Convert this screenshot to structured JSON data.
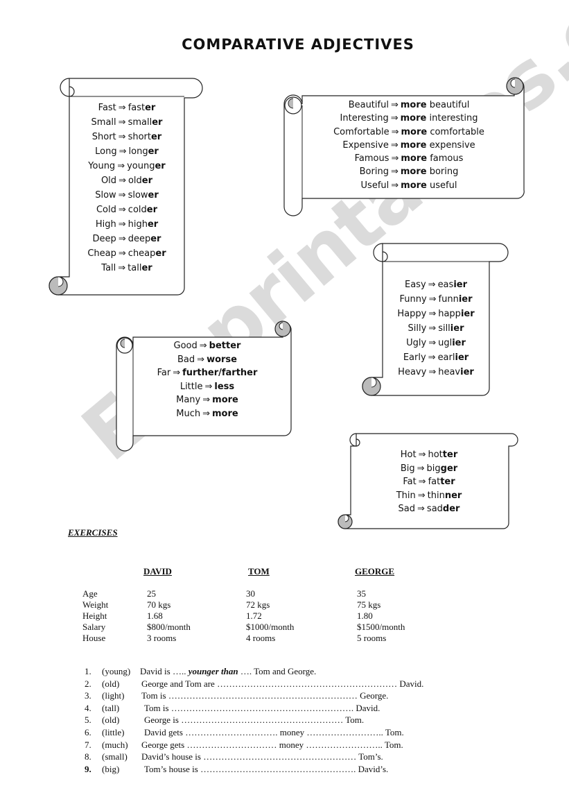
{
  "title": "COMPARATIVE ADJECTIVES",
  "watermark": "ESLprintables.com",
  "arrow": "⇒",
  "scroll_er": {
    "items": [
      {
        "base": "Fast",
        "stem": "fast",
        "suffix": "er"
      },
      {
        "base": "Small",
        "stem": "small",
        "suffix": "er"
      },
      {
        "base": "Short",
        "stem": "short",
        "suffix": "er"
      },
      {
        "base": "Long",
        "stem": "long",
        "suffix": "er"
      },
      {
        "base": "Young",
        "stem": "young",
        "suffix": "er"
      },
      {
        "base": "Old",
        "stem": "old",
        "suffix": "er"
      },
      {
        "base": "Slow",
        "stem": "slow",
        "suffix": "er"
      },
      {
        "base": "Cold",
        "stem": "cold",
        "suffix": "er"
      },
      {
        "base": "High",
        "stem": "high",
        "suffix": "er"
      },
      {
        "base": "Deep",
        "stem": "deep",
        "suffix": "er"
      },
      {
        "base": "Cheap",
        "stem": "cheap",
        "suffix": "er"
      },
      {
        "base": "Tall",
        "stem": "tall",
        "suffix": "er"
      }
    ]
  },
  "scroll_more": {
    "more": "more",
    "items": [
      {
        "base": "Beautiful",
        "word": "beautiful"
      },
      {
        "base": "Interesting",
        "word": "interesting"
      },
      {
        "base": "Comfortable",
        "word": "comfortable"
      },
      {
        "base": "Expensive",
        "word": "expensive"
      },
      {
        "base": "Famous",
        "word": "famous"
      },
      {
        "base": "Boring",
        "word": "boring"
      },
      {
        "base": "Useful",
        "word": "useful"
      }
    ]
  },
  "scroll_ier": {
    "items": [
      {
        "base": "Easy",
        "stem": "eas",
        "suffix": "ier"
      },
      {
        "base": "Funny",
        "stem": "funn",
        "suffix": "ier"
      },
      {
        "base": "Happy",
        "stem": "happ",
        "suffix": "ier"
      },
      {
        "base": "Silly",
        "stem": "sill",
        "suffix": "ier"
      },
      {
        "base": "Ugly",
        "stem": "ugl",
        "suffix": "ier"
      },
      {
        "base": "Early",
        "stem": "earl",
        "suffix": "ier"
      },
      {
        "base": "Heavy",
        "stem": "heav",
        "suffix": "ier"
      }
    ]
  },
  "scroll_irregular": {
    "items": [
      {
        "base": "Good",
        "comp": "better"
      },
      {
        "base": "Bad",
        "comp": "worse"
      },
      {
        "base": "Far",
        "comp": "further/farther"
      },
      {
        "base": "Little",
        "comp": "less"
      },
      {
        "base": "Many",
        "comp": "more"
      },
      {
        "base": "Much",
        "comp": "more"
      }
    ]
  },
  "scroll_double": {
    "items": [
      {
        "base": "Hot",
        "stem": "hot",
        "suffix": "ter"
      },
      {
        "base": "Big",
        "stem": "big",
        "suffix": "ger"
      },
      {
        "base": "Fat",
        "stem": "fat",
        "suffix": "ter"
      },
      {
        "base": "Thin",
        "stem": "thin",
        "suffix": "ner"
      },
      {
        "base": "Sad",
        "stem": "sad",
        "suffix": "der"
      }
    ]
  },
  "exercises": {
    "heading": "EXERCISES",
    "columns": [
      "DAVID",
      "TOM",
      "GEORGE"
    ],
    "rows": [
      {
        "label": "Age",
        "values": [
          "25",
          "30",
          "35"
        ]
      },
      {
        "label": "Weight",
        "values": [
          "70 kgs",
          "72 kgs",
          "75 kgs"
        ]
      },
      {
        "label": "Height",
        "values": [
          "1.68",
          "1.72",
          "1.80"
        ]
      },
      {
        "label": "Salary",
        "values": [
          "$800/month",
          "$1000/month",
          "$1500/month"
        ]
      },
      {
        "label": "House",
        "values": [
          "3 rooms",
          "4 rooms",
          "5 rooms"
        ]
      }
    ],
    "questions": [
      {
        "num": "1.",
        "adj": "(young)",
        "before": "David is …..",
        "answer": "younger than",
        "after": "….  Tom and George."
      },
      {
        "num": "2.",
        "adj": "(old)",
        "before": "George and Tom are …………………………………………………… David.",
        "answer": "",
        "after": ""
      },
      {
        "num": "3.",
        "adj": "(light)",
        "before": "Tom is ……………………………………………………… George.",
        "answer": "",
        "after": ""
      },
      {
        "num": "4.",
        "adj": "(tall)",
        "before": "Tom is ……………………………………………………. David.",
        "answer": "",
        "after": ""
      },
      {
        "num": "5.",
        "adj": "(old)",
        "before": "George is ……………………………………………… Tom.",
        "answer": "",
        "after": ""
      },
      {
        "num": "6.",
        "adj": "(little)",
        "before": "David gets ………………………….  money …………………….. Tom.",
        "answer": "",
        "after": ""
      },
      {
        "num": "7.",
        "adj": "(much)",
        "before": "George gets ………………………… money …………………….. Tom.",
        "answer": "",
        "after": ""
      },
      {
        "num": "8.",
        "adj": "(small)",
        "before": "David’s house is …………………………………………… Tom’s.",
        "answer": "",
        "after": ""
      },
      {
        "num": "9.",
        "adj": "(big)",
        "before": "Tom’s house is ……………………………………………. David’s.",
        "answer": "",
        "after": ""
      }
    ]
  }
}
